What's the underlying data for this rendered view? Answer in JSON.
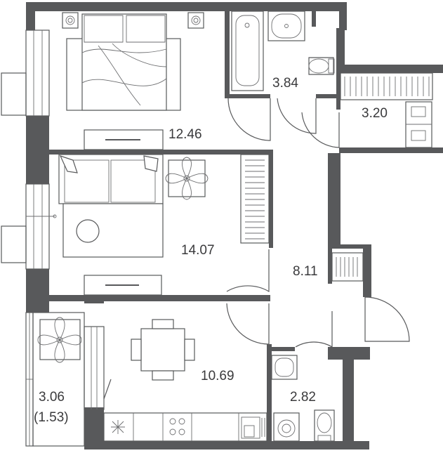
{
  "rooms": [
    {
      "id": "bedroom",
      "area": "12.46"
    },
    {
      "id": "bathroom",
      "area": "3.84"
    },
    {
      "id": "wardrobe",
      "area": "3.20"
    },
    {
      "id": "living",
      "area": "14.07"
    },
    {
      "id": "hall",
      "area": "8.11"
    },
    {
      "id": "kitchen",
      "area": "10.69"
    },
    {
      "id": "wc",
      "area": "2.82"
    },
    {
      "id": "loggia",
      "area": "3.06",
      "area_reduced": "(1.53)"
    }
  ],
  "colors": {
    "wall": "#58595b",
    "line": "#58595b",
    "text": "#3a3a3c",
    "background": "#ffffff"
  },
  "icons": [
    "bed-icon",
    "bathtub-icon",
    "sink-icon",
    "toilet-icon",
    "sofa-icon",
    "plant-icon",
    "dining-table-icon",
    "stove-icon",
    "washing-machine-icon",
    "wardrobe-icon",
    "door-swing-icon",
    "window-icon",
    "tv-cabinet-icon"
  ]
}
